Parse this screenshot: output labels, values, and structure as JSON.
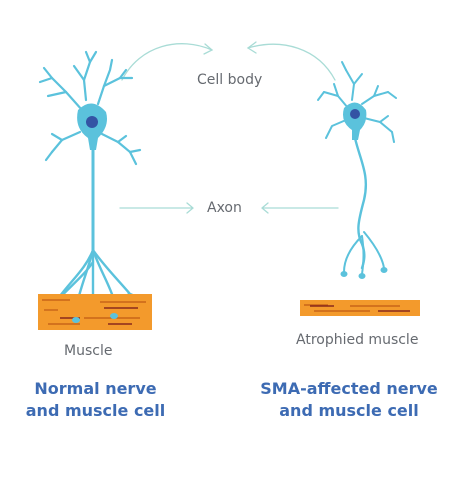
{
  "labels": {
    "cell_body": "Cell body",
    "axon": "Axon",
    "muscle": "Muscle",
    "atrophied_muscle": "Atrophied muscle"
  },
  "captions": {
    "normal_line1": "Normal nerve",
    "normal_line2": "and muscle cell",
    "sma_line1": "SMA-affected nerve",
    "sma_line2": "and muscle cell"
  },
  "colors": {
    "neuron": "#5bc2dc",
    "nucleus": "#3454a4",
    "muscle_fill": "#f39a2c",
    "muscle_stripe": "#c05a14",
    "muscle_dark_stripe": "#8a2a1c",
    "arrow": "#a9dcd6",
    "label_text": "#666a70",
    "caption_text": "#3d6bb3"
  }
}
